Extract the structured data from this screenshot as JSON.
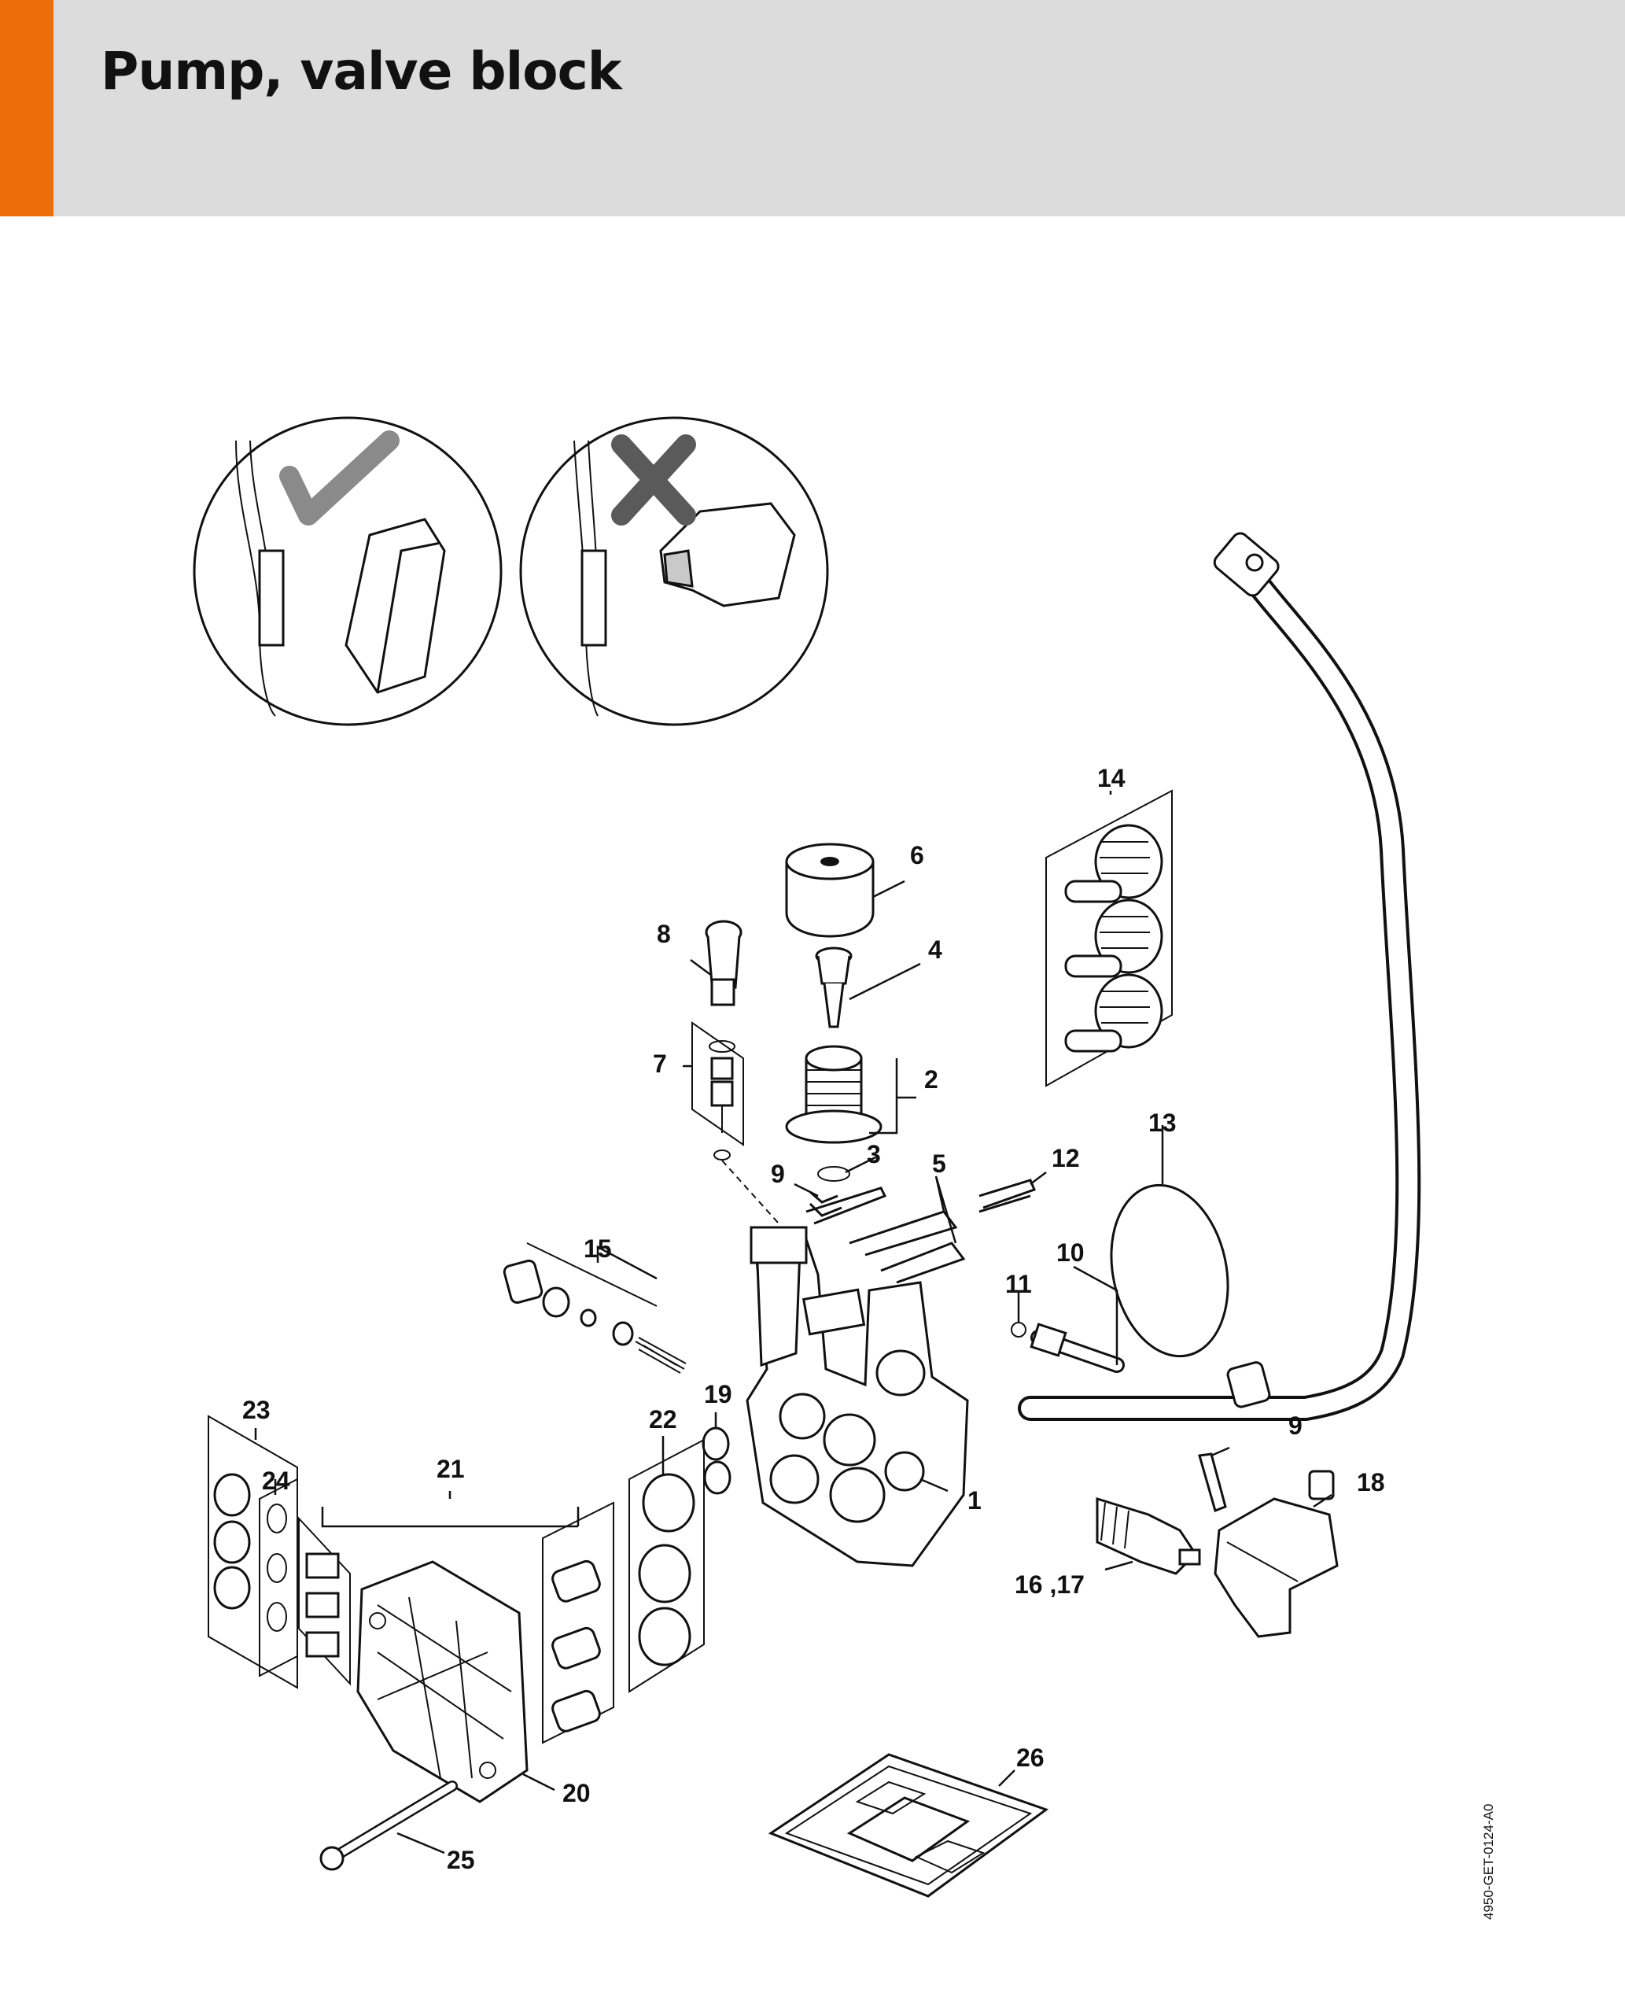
{
  "header": {
    "title": "Pump, valve block",
    "accent_color": "#ec6d0a",
    "background_color": "#dcdcdc"
  },
  "diagram": {
    "document_code": "4950-GET-0124-A0",
    "callouts": [
      {
        "id": "c1",
        "label": "1"
      },
      {
        "id": "c2",
        "label": "2"
      },
      {
        "id": "c3",
        "label": "3"
      },
      {
        "id": "c4",
        "label": "4"
      },
      {
        "id": "c5",
        "label": "5"
      },
      {
        "id": "c6",
        "label": "6"
      },
      {
        "id": "c7",
        "label": "7"
      },
      {
        "id": "c8",
        "label": "8"
      },
      {
        "id": "c9a",
        "label": "9"
      },
      {
        "id": "c9b",
        "label": "9"
      },
      {
        "id": "c10",
        "label": "10"
      },
      {
        "id": "c11",
        "label": "11"
      },
      {
        "id": "c12",
        "label": "12"
      },
      {
        "id": "c13",
        "label": "13"
      },
      {
        "id": "c14",
        "label": "14"
      },
      {
        "id": "c15",
        "label": "15"
      },
      {
        "id": "c1617",
        "label": "16 ,17"
      },
      {
        "id": "c18",
        "label": "18"
      },
      {
        "id": "c19",
        "label": "19"
      },
      {
        "id": "c20",
        "label": "20"
      },
      {
        "id": "c21",
        "label": "21"
      },
      {
        "id": "c22",
        "label": "22"
      },
      {
        "id": "c23",
        "label": "23"
      },
      {
        "id": "c24",
        "label": "24"
      },
      {
        "id": "c25",
        "label": "25"
      },
      {
        "id": "c26",
        "label": "26"
      }
    ],
    "detail_views": [
      {
        "name": "correct-clip-installation",
        "mark": "check-icon"
      },
      {
        "name": "incorrect-clip-installation",
        "mark": "cross-icon"
      }
    ]
  }
}
